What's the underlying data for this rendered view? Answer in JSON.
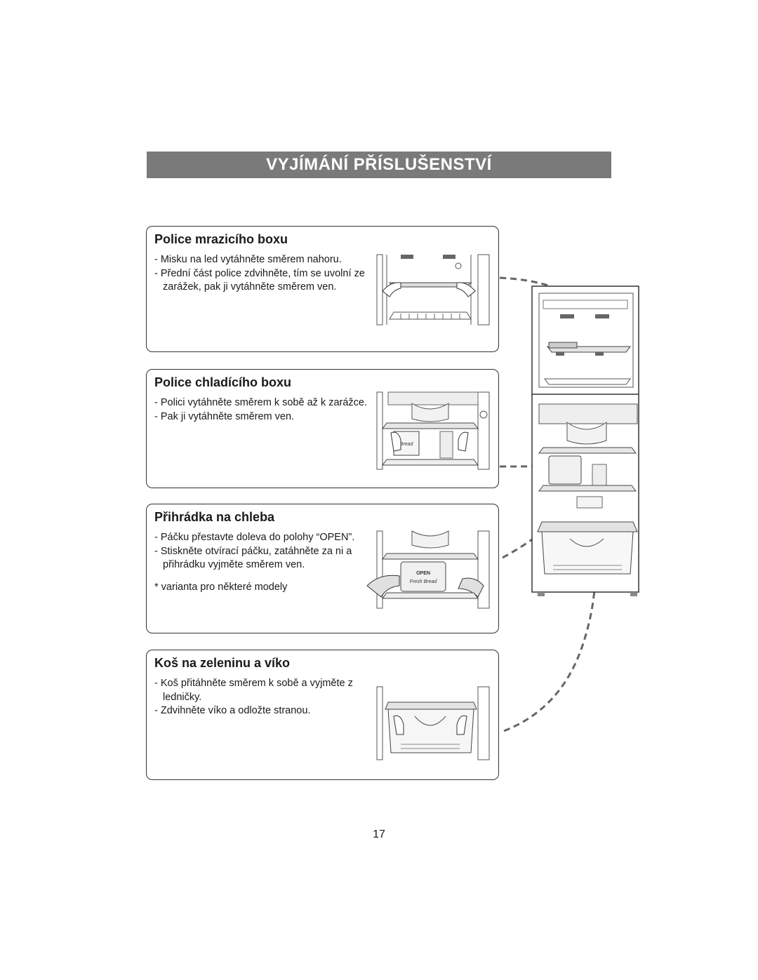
{
  "page_title": "VYJÍMÁNÍ PŘÍSLUŠENSTVÍ",
  "sections": [
    {
      "heading": "Police mrazicího boxu",
      "steps": [
        "- Misku na led vytáhněte směrem nahoru.",
        "- Přední část police zdvihněte, tím se uvolní ze zarážek, pak ji vytáhněte směrem ven."
      ]
    },
    {
      "heading": "Police chladícího boxu",
      "steps": [
        "- Polici vytáhněte směrem k sobě až k zarážce.",
        "- Pak ji vytáhněte směrem ven."
      ]
    },
    {
      "heading": "Přihrádka na chleba",
      "steps": [
        "- Páčku přestavte doleva do polohy “OPEN”.",
        "- Stiskněte otvírací páčku, zatáhněte za ni a přihrádku vyjměte směrem ven."
      ],
      "note": "* varianta pro některé modely"
    },
    {
      "heading": "Koš na zeleninu a víko",
      "steps": [
        "- Koš přitáhněte směrem k sobě a vyjměte z ledničky.",
        "- Zdvihněte víko a odložte stranou."
      ]
    }
  ],
  "illustration_labels": {
    "bread_label": "Fresh Bread",
    "bread_small": "Bread",
    "lever_label": "OPEN"
  },
  "page_number": "17"
}
